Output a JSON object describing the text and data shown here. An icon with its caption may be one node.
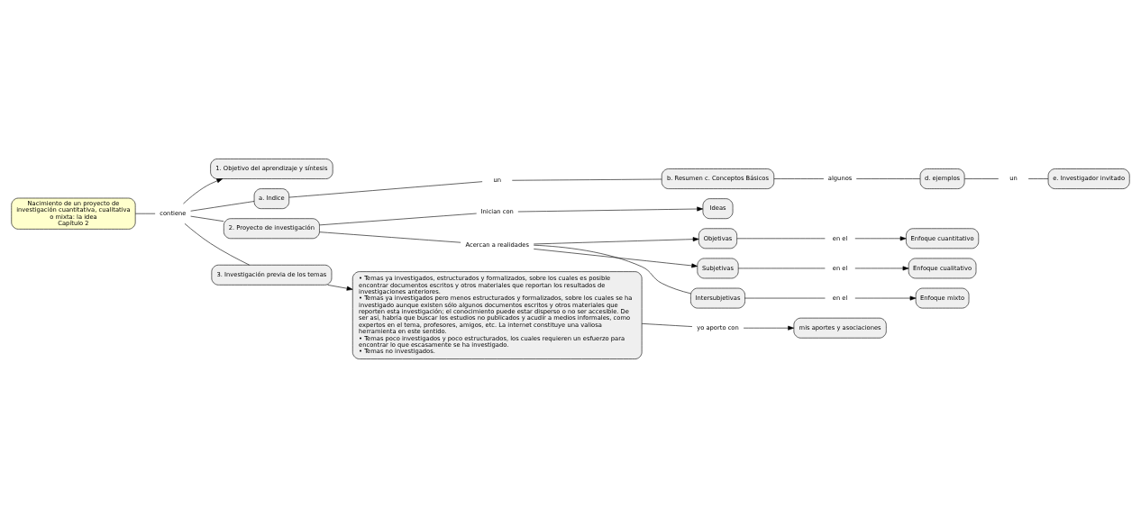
{
  "diagram": {
    "nodes": [
      {
        "text": [
          "Nacimiento de un proyecto de investigación cuantitativa, cualitativa o mixta: la idea",
          "Capítulo 2"
        ]
      },
      {
        "text": [
          "contiene"
        ]
      },
      {
        "text": [
          "1. Objetivo del aprendizaje y síntesis"
        ]
      },
      {
        "text": [
          "Ideas"
        ]
      },
      {
        "text": [
          "Inician con"
        ]
      },
      {
        "text": [
          "a. Indice"
        ]
      },
      {
        "text": [
          "2. Proyecto de investigación"
        ]
      },
      {
        "text": [
          "Objetivas"
        ]
      },
      {
        "text": [
          "en el"
        ]
      },
      {
        "text": [
          "Enfoque cuantitativo"
        ]
      },
      {
        "text": [
          "un"
        ]
      },
      {
        "text": [
          "Acercan a realidades"
        ]
      },
      {
        "text": [
          "Subjetivas"
        ]
      },
      {
        "text": [
          "en el"
        ]
      },
      {
        "text": [
          "Enfoque cualitativo"
        ]
      },
      {
        "text": [
          "b. Resumen c. Conceptos Básicos"
        ]
      },
      {
        "text": [
          "mis aportes y asociaciones"
        ]
      },
      {
        "text": [
          "Intersubjetivas"
        ]
      },
      {
        "text": [
          "en el"
        ]
      },
      {
        "text": [
          "Enfoque mixto"
        ]
      },
      {
        "text": [
          "algunos"
        ]
      },
      {
        "text": [
          "yo aporto con"
        ]
      },
      {
        "text": [
          "d. ejemplos"
        ]
      },
      {
        "text": [
          "3. Investigación previa de los temas"
        ]
      },
      {
        "text": [
          "• Temas ya investigados, estructurados y formalizados, sobre los cuales es posible encontrar documentos escritos y otros materiales que reportan los resultados de investigaciones anteriores.",
          "• Temas ya investigados pero menos estructurados y formalizados, sobre los cuales se ha investigado aunque existen sólo algunos documentos escritos y otros materiales que reporten esta investigación; el conocimiento puede estar disperso o no ser accesible. De ser así, habría que buscar los estudios no publicados y acudir a medios informales, como expertos en el tema, profesores, amigos, etc. La internet constituye una valiosa herramienta en este sentido.",
          "• Temas poco investigados y poco estructurados, los cuales requieren un esfuerzo para encontrar lo que escasamente se ha investigado.",
          "• Temas no investigados."
        ]
      },
      {
        "text": [
          "un"
        ]
      },
      {
        "text": [
          "e. Investigador invitado"
        ]
      }
    ],
    "edges": [
      {
        "from": 0,
        "to": 1,
        "arrow": "none"
      },
      {
        "from": 1,
        "to": 2,
        "arrow": "to"
      },
      {
        "from": 1,
        "to": 5,
        "arrow": "none"
      },
      {
        "from": 1,
        "to": 6,
        "arrow": "none"
      },
      {
        "from": 1,
        "to": 23,
        "arrow": "none"
      },
      {
        "from": 6,
        "to": 4,
        "arrow": "none"
      },
      {
        "from": 4,
        "to": 3,
        "arrow": "to"
      },
      {
        "from": 6,
        "to": 11,
        "arrow": "none"
      },
      {
        "from": 11,
        "to": 7,
        "arrow": "to"
      },
      {
        "from": 11,
        "to": 12,
        "arrow": "to"
      },
      {
        "from": 11,
        "to": 17,
        "arrow": "none"
      },
      {
        "from": 7,
        "to": 8,
        "arrow": "none"
      },
      {
        "from": 8,
        "to": 9,
        "arrow": "to"
      },
      {
        "from": 12,
        "to": 13,
        "arrow": "none"
      },
      {
        "from": 13,
        "to": 14,
        "arrow": "to"
      },
      {
        "from": 17,
        "to": 18,
        "arrow": "none"
      },
      {
        "from": 18,
        "to": 19,
        "arrow": "to"
      },
      {
        "from": 5,
        "to": 10,
        "arrow": "none"
      },
      {
        "from": 10,
        "to": 15,
        "arrow": "none"
      },
      {
        "from": 15,
        "to": 20,
        "arrow": "none"
      },
      {
        "from": 20,
        "to": 22,
        "arrow": "none"
      },
      {
        "from": 22,
        "to": 25,
        "arrow": "none"
      },
      {
        "from": 25,
        "to": 26,
        "arrow": "none"
      },
      {
        "from": 23,
        "to": 24,
        "arrow": "to"
      },
      {
        "from": 24,
        "to": 21,
        "arrow": "none"
      },
      {
        "from": 21,
        "to": 16,
        "arrow": "to"
      }
    ]
  }
}
